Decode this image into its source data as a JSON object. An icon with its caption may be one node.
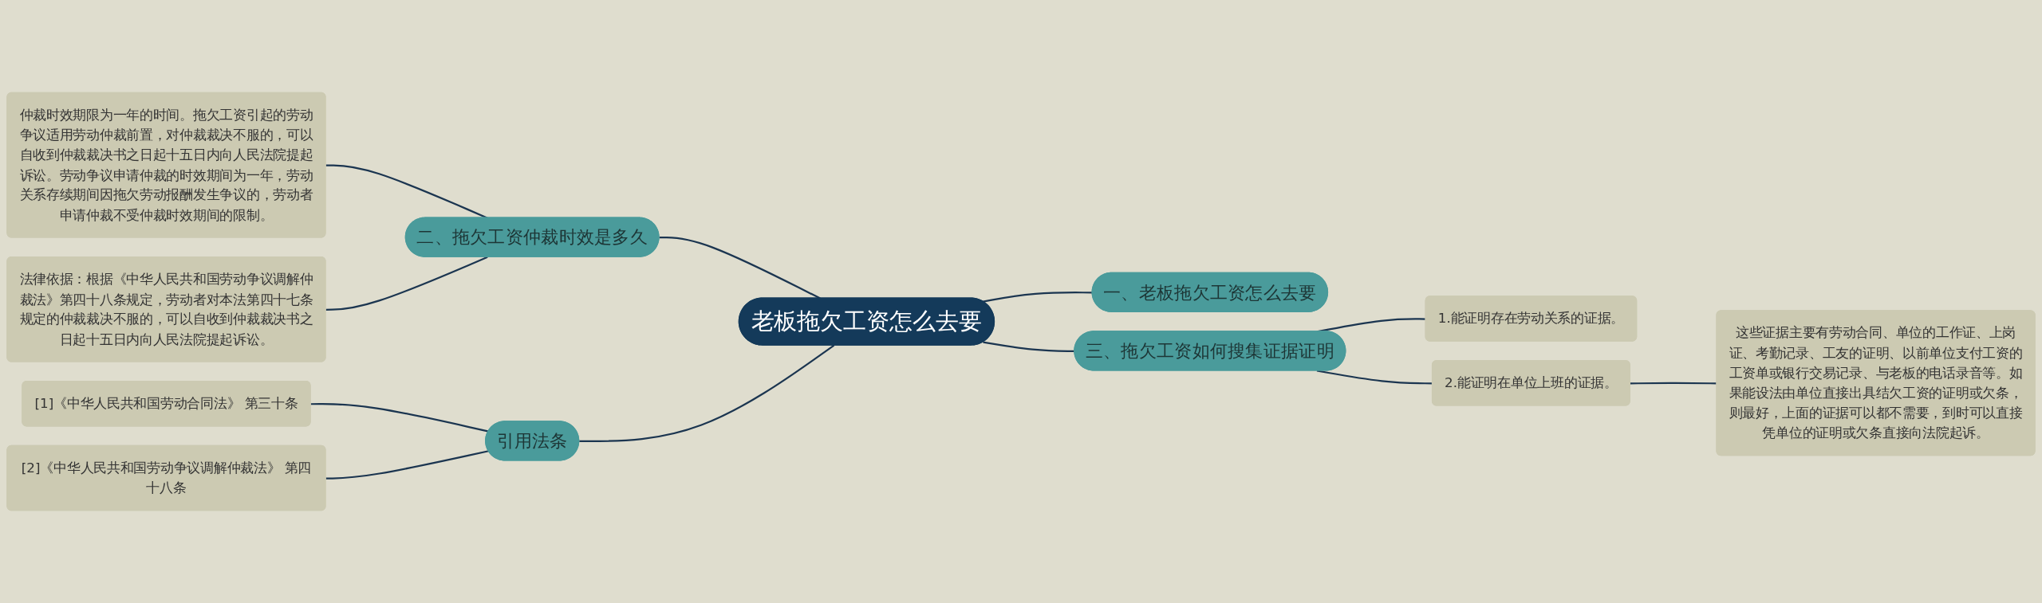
{
  "diagram": {
    "nodes": [
      {
        "text": [
          "老板拖欠工资怎么去要"
        ]
      },
      {
        "text": [
          "二、拖欠工资仲裁时效是多久"
        ]
      },
      {
        "text": [
          "仲裁时效期限为一年的时间。拖欠工资引起的劳动争议适用劳动仲裁前置，对仲裁裁决不服的，可以自收到仲裁裁决书之日起十五日内向人民法院提起诉讼。劳动争议申请仲裁的时效期间为一年，劳动关系存续期间因拖欠劳动报酬发生争议的，劳动者申请仲裁不受仲裁时效期间的限制。"
        ]
      },
      {
        "text": [
          "法律依据：根据《中华人民共和国劳动争议调解仲裁法》第四十八条规定，劳动者对本法第四十七条规定的仲裁裁决不服的，可以自收到仲裁裁决书之日起十五日内向人民法院提起诉讼。"
        ]
      },
      {
        "text": [
          "引用法条"
        ]
      },
      {
        "text": [
          "[1]《中华人民共和国劳动合同法》 第三十条"
        ]
      },
      {
        "text": [
          "[2]《中华人民共和国劳动争议调解仲裁法》 第四十八条"
        ]
      },
      {
        "text": [
          "一、老板拖欠工资怎么去要"
        ]
      },
      {
        "text": [
          "三、拖欠工资如何搜集证据证明"
        ]
      },
      {
        "text": [
          "1.能证明存在劳动关系的证据。"
        ]
      },
      {
        "text": [
          "2.能证明在单位上班的证据。"
        ]
      },
      {
        "text": [
          "这些证据主要有劳动合同、单位的工作证、上岗证、考勤记录、工友的证明、以前单位支付工资的工资单或银行交易记录、与老板的电话录音等。如果能设法由单位直接出具结欠工资的证明或欠条，则最好，上面的证据可以都不需要，到时可以直接凭单位的证明或欠条直接向法院起诉。"
        ]
      }
    ],
    "edges": [
      {
        "from": 0,
        "to": 1,
        "arrow": "none"
      },
      {
        "from": 1,
        "to": 2,
        "arrow": "none"
      },
      {
        "from": 1,
        "to": 3,
        "arrow": "none"
      },
      {
        "from": 0,
        "to": 4,
        "arrow": "none"
      },
      {
        "from": 4,
        "to": 5,
        "arrow": "none"
      },
      {
        "from": 4,
        "to": 6,
        "arrow": "none"
      },
      {
        "from": 0,
        "to": 7,
        "arrow": "none"
      },
      {
        "from": 0,
        "to": 8,
        "arrow": "none"
      },
      {
        "from": 8,
        "to": 9,
        "arrow": "none"
      },
      {
        "from": 8,
        "to": 10,
        "arrow": "none"
      },
      {
        "from": 10,
        "to": 11,
        "arrow": "none"
      }
    ]
  }
}
